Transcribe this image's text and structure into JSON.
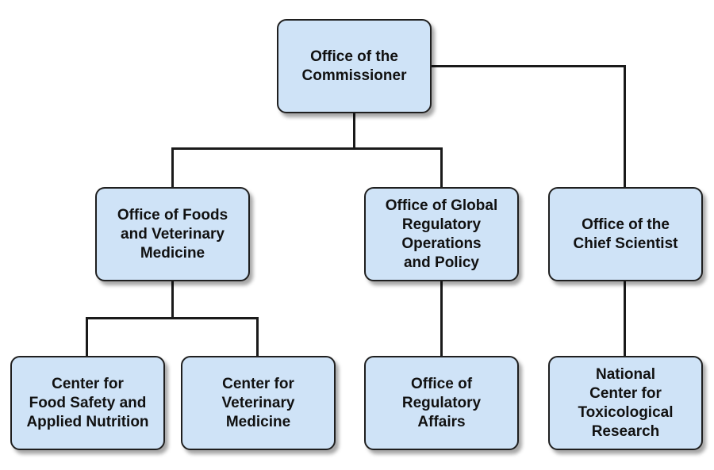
{
  "org_chart": {
    "nodes": {
      "commissioner": "Office of the\nCommissioner",
      "foods_vet": "Office of Foods\nand Veterinary\nMedicine",
      "global_reg": "Office of Global\nRegulatory\nOperations\nand Policy",
      "chief_scientist": "Office of the\nChief Scientist",
      "cfsan": "Center for\nFood Safety and\nApplied Nutrition",
      "cvm": "Center for\nVeterinary\nMedicine",
      "ora": "Office of\nRegulatory\nAffairs",
      "nctr": "National\nCenter for\nToxicological\nResearch"
    },
    "relationships": [
      {
        "parent": "commissioner",
        "children": [
          "foods_vet",
          "global_reg",
          "chief_scientist"
        ]
      },
      {
        "parent": "foods_vet",
        "children": [
          "cfsan",
          "cvm"
        ]
      },
      {
        "parent": "global_reg",
        "children": [
          "ora"
        ]
      },
      {
        "parent": "chief_scientist",
        "children": [
          "nctr"
        ]
      }
    ],
    "colors": {
      "box_fill": "#cfe3f7",
      "box_border": "#1f1f1f",
      "connector": "#1a1a1a",
      "text": "#111111"
    }
  }
}
